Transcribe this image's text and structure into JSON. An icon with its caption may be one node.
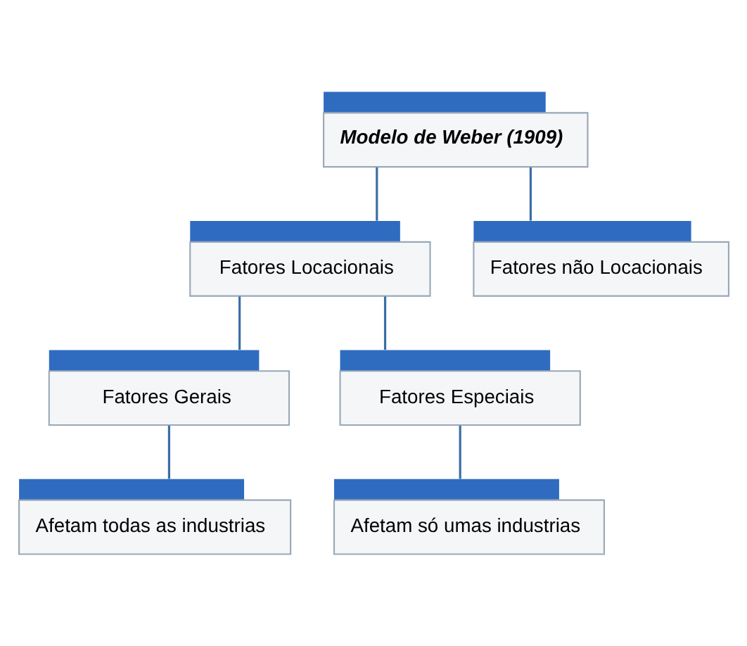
{
  "diagram": {
    "nodes": [
      {
        "text": [
          "Modelo de Weber (1909)"
        ]
      },
      {
        "text": [
          "Fatores Locacionais"
        ]
      },
      {
        "text": [
          "Fatores não Locacionais"
        ]
      },
      {
        "text": [
          "Fatores Gerais"
        ]
      },
      {
        "text": [
          "Fatores Especiais"
        ]
      },
      {
        "text": [
          "Afetam todas as industrias"
        ]
      },
      {
        "text": [
          "Afetam só umas industrias"
        ]
      }
    ],
    "edges": [
      {
        "from": 0,
        "to": 1,
        "arrow": "none"
      },
      {
        "from": 0,
        "to": 2,
        "arrow": "none"
      },
      {
        "from": 1,
        "to": 3,
        "arrow": "none"
      },
      {
        "from": 1,
        "to": 4,
        "arrow": "none"
      },
      {
        "from": 3,
        "to": 5,
        "arrow": "none"
      },
      {
        "from": 4,
        "to": 6,
        "arrow": "none"
      }
    ]
  }
}
